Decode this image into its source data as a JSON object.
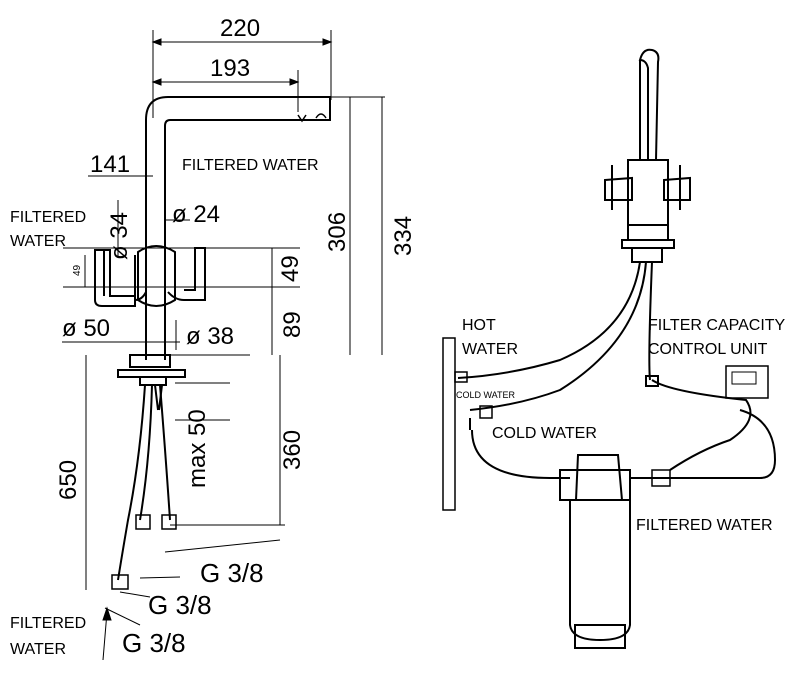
{
  "dimensions": {
    "d220": "220",
    "d193": "193",
    "d141": "141",
    "d34": "ø 34",
    "d24": "ø 24",
    "d49_small": "49",
    "d49": "49",
    "d306": "306",
    "d334": "334",
    "d89": "89",
    "d50": "ø 50",
    "d38": "ø 38",
    "max50": "max 50",
    "d360": "360",
    "d650": "650",
    "g38_a": "G 3/8",
    "g38_b": "G 3/8",
    "g38_c": "G 3/8"
  },
  "labels": {
    "filtered_water_spout": "FILTERED WATER",
    "filtered_water_left_1": "FILTERED",
    "filtered_water_left_2": "WATER",
    "filtered_water_bottom_1": "FILTERED",
    "filtered_water_bottom_2": "WATER",
    "hot_water_1": "HOT",
    "hot_water_2": "WATER",
    "cold_water_small": "COLD WATER",
    "cold_water": "COLD WATER",
    "filter_capacity_1": "FILTER CAPACITY",
    "filter_capacity_2": "CONTROL UNIT",
    "filtered_water_right": "FILTERED WATER"
  }
}
